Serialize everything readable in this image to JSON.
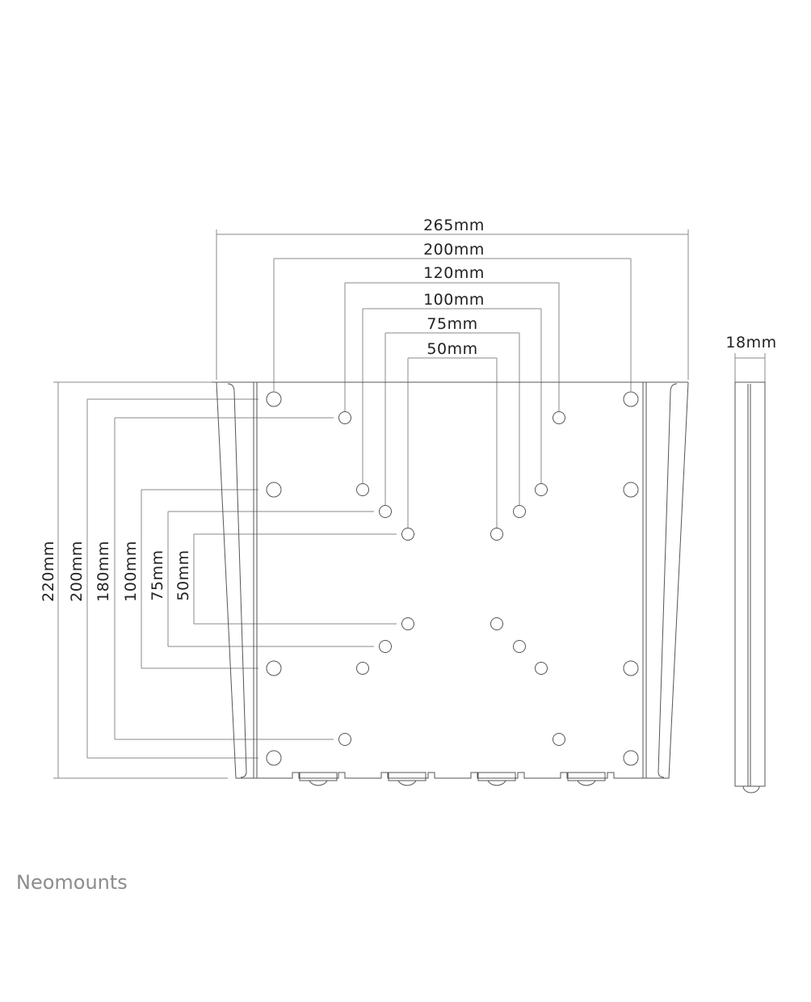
{
  "front_view": {
    "horizontal_dimensions": [
      "265mm",
      "200mm",
      "120mm",
      "100mm",
      "75mm",
      "50mm"
    ],
    "vertical_dimensions": [
      "220mm",
      "200mm",
      "180mm",
      "100mm",
      "75mm",
      "50mm"
    ]
  },
  "side_view": {
    "depth_dimension": "18mm"
  },
  "brand": {
    "logo_text": "Neomounts"
  }
}
